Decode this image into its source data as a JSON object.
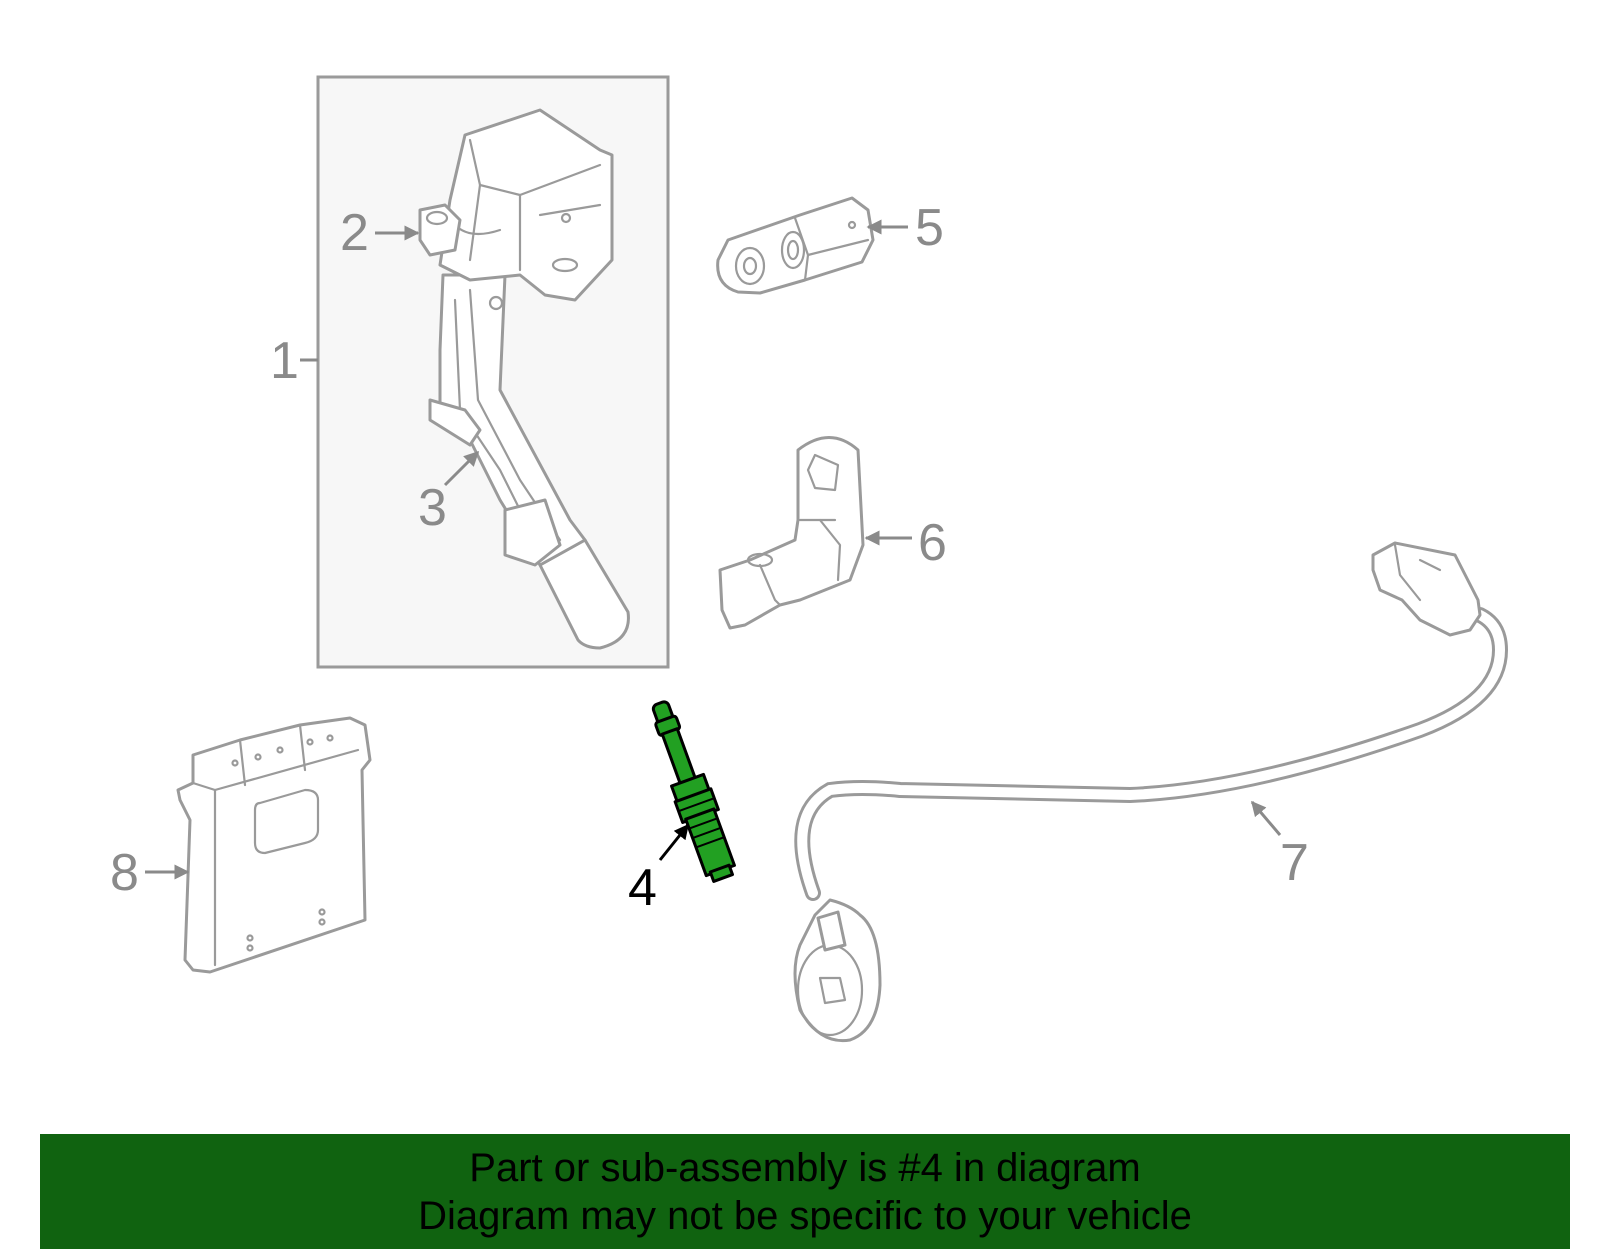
{
  "callouts": {
    "c1": "1",
    "c2": "2",
    "c3": "3",
    "c4": "4",
    "c5": "5",
    "c6": "6",
    "c7": "7",
    "c8": "8"
  },
  "highlight_color": "#22a022",
  "banner_color": "#106310",
  "banner": {
    "line1": "Part or sub-assembly is #4 in diagram",
    "line2": "Diagram may not be specific to your vehicle"
  }
}
